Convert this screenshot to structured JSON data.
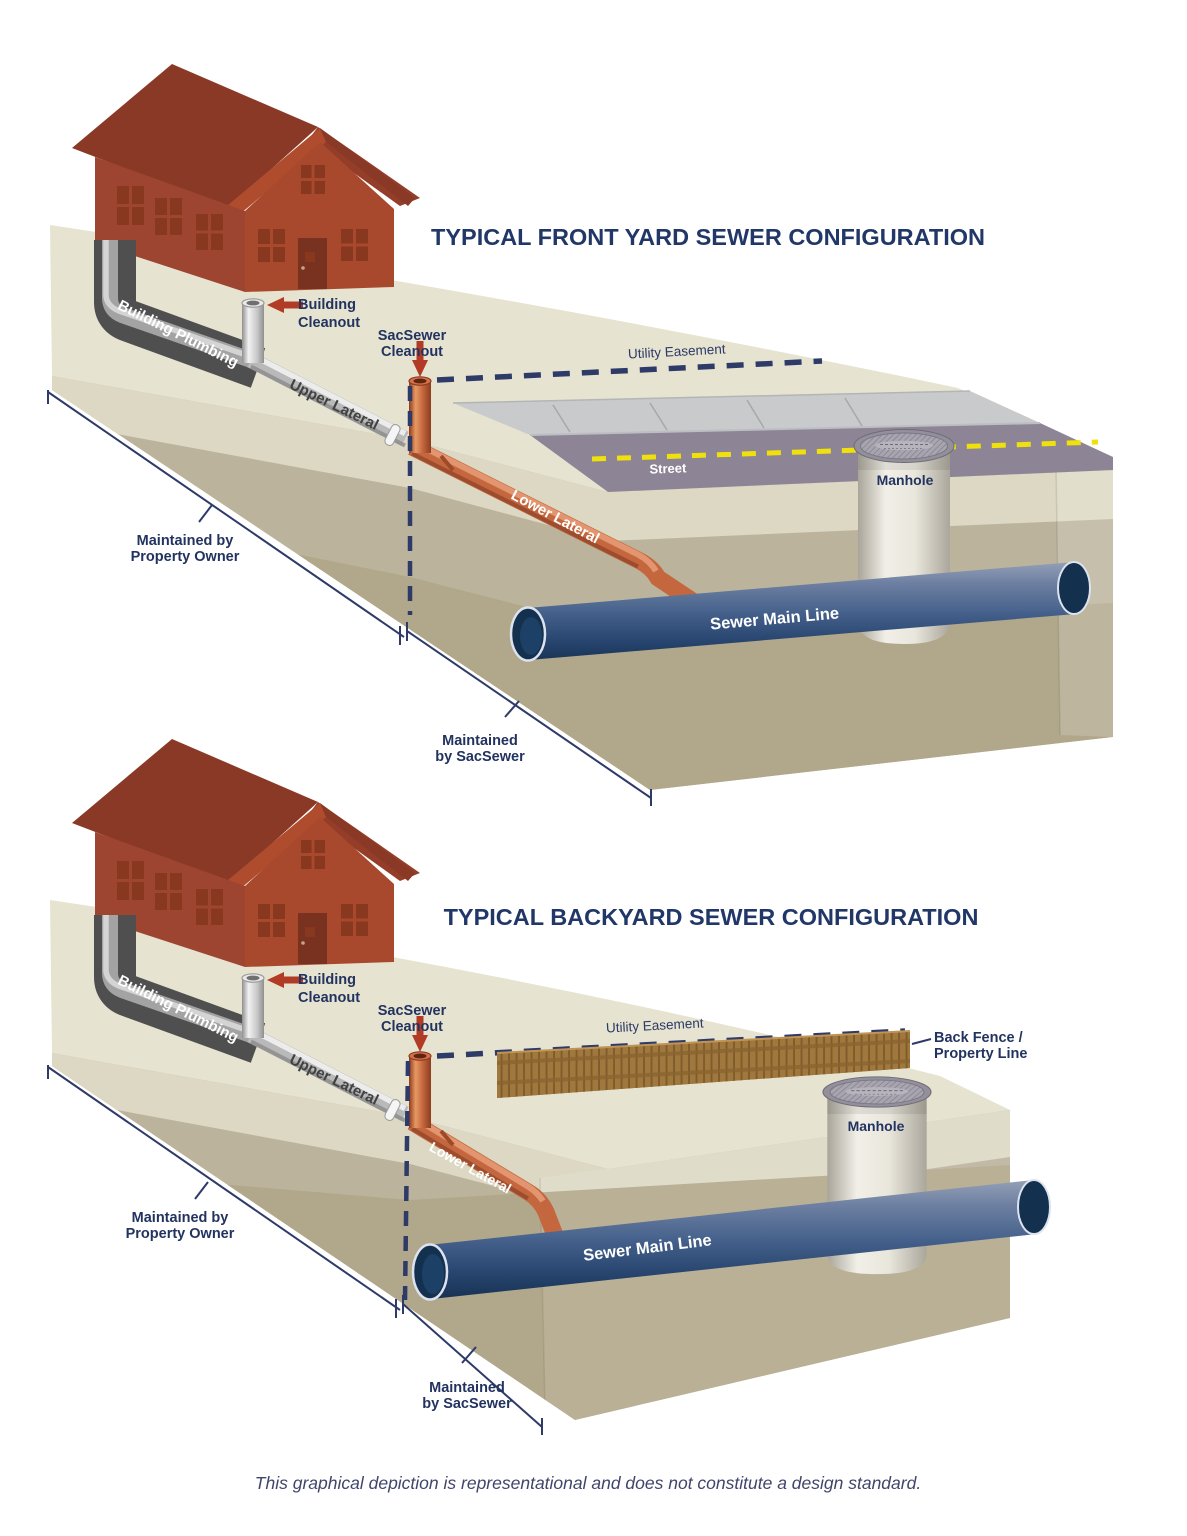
{
  "front_diagram": {
    "title": "TYPICAL FRONT YARD SEWER CONFIGURATION",
    "labels": {
      "building_plumbing": "Building Plumbing",
      "building_cleanout_line1": "Building",
      "building_cleanout_line2": "Cleanout",
      "sacsewer_cleanout_line1": "SacSewer",
      "sacsewer_cleanout_line2": "Cleanout",
      "upper_lateral": "Upper Lateral",
      "lower_lateral": "Lower Lateral",
      "utility_easement": "Utility Easement",
      "street": "Street",
      "manhole": "Manhole",
      "sewer_main_line": "Sewer Main Line",
      "maintained_owner_line1": "Maintained by",
      "maintained_owner_line2": "Property Owner",
      "maintained_sacsewer_line1": "Maintained",
      "maintained_sacsewer_line2": "by SacSewer"
    }
  },
  "backyard_diagram": {
    "title": "TYPICAL BACKYARD SEWER CONFIGURATION",
    "labels": {
      "building_plumbing": "Building Plumbing",
      "building_cleanout_line1": "Building",
      "building_cleanout_line2": "Cleanout",
      "sacsewer_cleanout_line1": "SacSewer",
      "sacsewer_cleanout_line2": "Cleanout",
      "upper_lateral": "Upper Lateral",
      "lower_lateral": "Lower Lateral",
      "utility_easement": "Utility Easement",
      "back_fence_line1": "Back Fence /",
      "back_fence_line2": "Property Line",
      "manhole": "Manhole",
      "sewer_main_line": "Sewer Main Line",
      "maintained_owner_line1": "Maintained by",
      "maintained_owner_line2": "Property Owner",
      "maintained_sacsewer_line1": "Maintained",
      "maintained_sacsewer_line2": "by SacSewer"
    }
  },
  "footer": {
    "disclaimer": "This graphical depiction is representational and does not constitute a design standard."
  },
  "colors": {
    "title_navy": "#213767",
    "label_navy": "#233360",
    "arrow_red": "#b23b26",
    "house_red": "#a8492e",
    "roof_red": "#8a3926",
    "ground_beige": "#e6e3d0",
    "soil_tan": "#bcb39c",
    "street_gray": "#8d8496",
    "sidewalk_gray": "#c9cacb",
    "centerline_yellow": "#f0e10c",
    "lateral_orange": "#c4673f",
    "main_pipe_blue": "#46628c",
    "fence_brown": "#a0773c"
  }
}
